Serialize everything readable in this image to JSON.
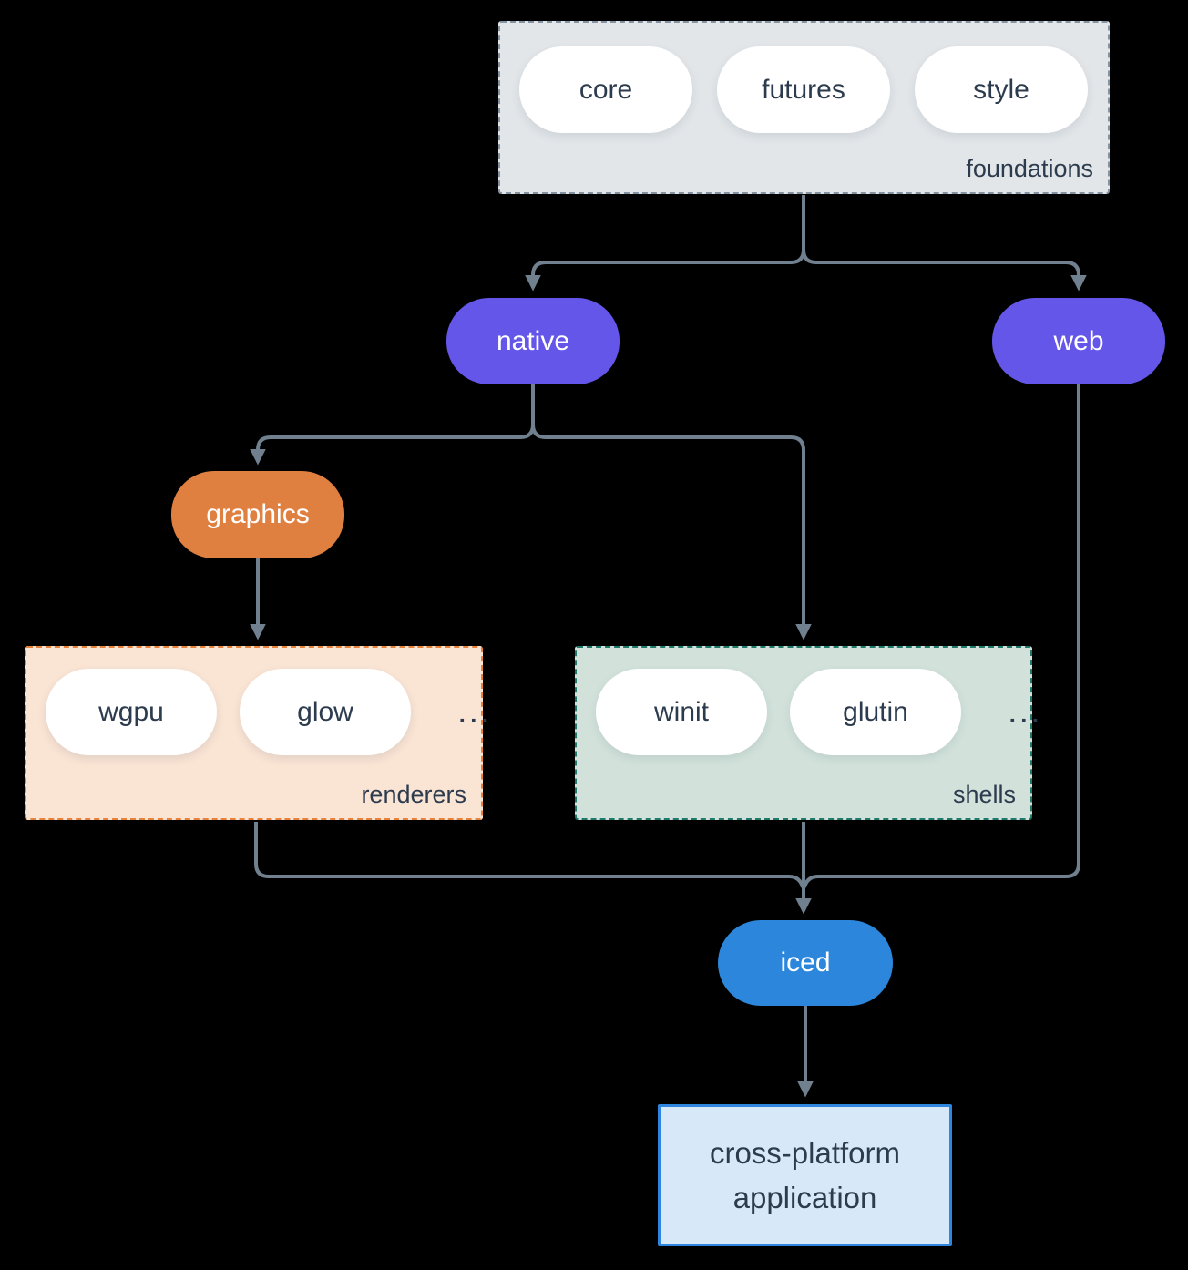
{
  "foundations": {
    "pills": [
      "core",
      "futures",
      "style"
    ],
    "label": "foundations"
  },
  "native": {
    "label": "native"
  },
  "web": {
    "label": "web"
  },
  "graphics": {
    "label": "graphics"
  },
  "renderers": {
    "pills": [
      "wgpu",
      "glow"
    ],
    "ellipsis": "...",
    "label": "renderers"
  },
  "shells": {
    "pills": [
      "winit",
      "glutin"
    ],
    "ellipsis": "...",
    "label": "shells"
  },
  "iced": {
    "label": "iced"
  },
  "application": {
    "label": "cross-platform application"
  },
  "colors": {
    "background": "#000000",
    "connector": "#71808f",
    "platform_purple": "#6456e9",
    "graphics_orange": "#e08040",
    "iced_blue": "#2c87dc",
    "foundations_bg": "#e2e6e9",
    "foundations_border": "#8493a1",
    "renderers_bg": "#fae4d4",
    "renderers_border": "#e8823b",
    "shells_bg": "#d2e2db",
    "shells_border": "#1f7a6b",
    "application_bg": "#d7e9f9",
    "application_border": "#2e86de",
    "pill_bg": "#ffffff",
    "dark_text": "#2c3b4d"
  }
}
